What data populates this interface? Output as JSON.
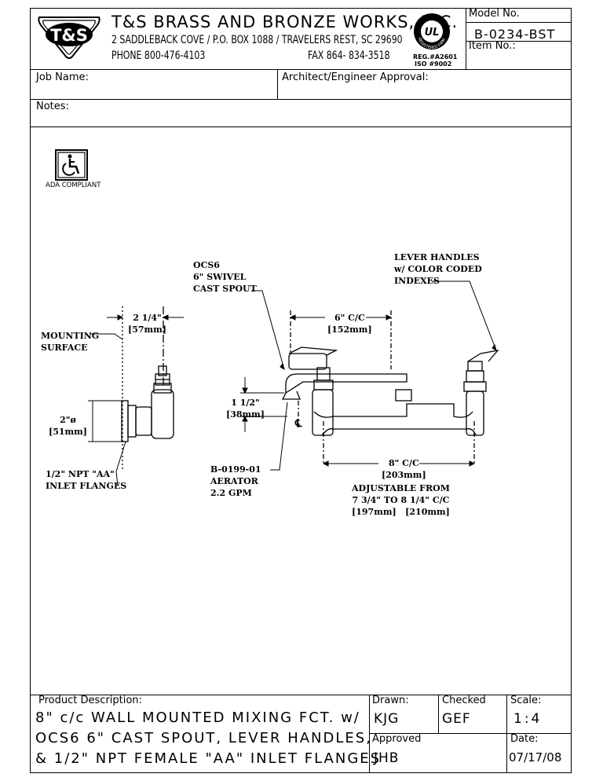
{
  "header": {
    "logo_text": "T&S",
    "company_name": "T&S BRASS AND BRONZE WORKS, INC.",
    "address": "2 SADDLEBACK COVE / P.O. BOX 1088 / TRAVELERS REST, SC 29690",
    "phone": "PHONE 800-476-4103",
    "fax": "FAX  864- 834-3518",
    "ul_mark": "UL",
    "ul_ring_text": "REGISTERED FIRM",
    "reg_line1": "REG.#A2601",
    "reg_line2": "ISO #9002",
    "model_label": "Model No.",
    "model_value": "B-0234-BST",
    "item_label": "Item No.:"
  },
  "form": {
    "job_name_label": "Job Name:",
    "architect_label": "Architect/Engineer Approval:",
    "notes_label": "Notes:"
  },
  "ada": {
    "label": "ADA COMPLIANT"
  },
  "callouts": {
    "spout": "OCS6\n6\" SWIVEL\nCAST SPOUT",
    "handles": "LEVER HANDLES\nw/ COLOR CODED\nINDEXES",
    "width_dim": "2 1/4\"\n[57mm]",
    "mounting": "MOUNTING\nSURFACE",
    "spout_cc": "6\" C/C\n[152mm]",
    "height_dim": "1 1/2\"\n[38mm]",
    "centerline": "℄",
    "flange_dia": "2\"ø\n[51mm]",
    "aerator": "B-0199-01\nAERATOR\n2.2 GPM",
    "inlet": "1/2\" NPT \"AA\"\nINLET FLANGES",
    "inlet_cc": "8\" C/C\n[203mm]",
    "adjustable": "ADJUSTABLE FROM\n7 3/4\" TO 8 1/4\" C/C\n[197mm]   [210mm]"
  },
  "footer": {
    "product_label": "Product Description:",
    "desc_line1": "8\" c/c WALL MOUNTED MIXING FCT. w/",
    "desc_line2": "OCS6 6\" CAST SPOUT, LEVER HANDLES,",
    "desc_line3": "& 1/2\" NPT FEMALE \"AA\" INLET FLANGES",
    "drawn_label": "Drawn:",
    "drawn_value": "KJG",
    "checked_label": "Checked",
    "checked_value": "GEF",
    "scale_label": "Scale:",
    "scale_value": "1:4",
    "approved_label": "Approved",
    "approved_value": "JHB",
    "date_label": "Date:",
    "date_value": "07/17/08"
  }
}
